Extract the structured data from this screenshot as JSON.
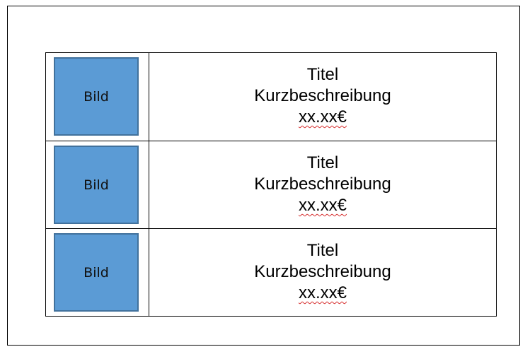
{
  "rows": [
    {
      "image_label": "Bild",
      "title": "Titel",
      "description": "Kurzbeschreibung",
      "price": "xx.xx€"
    },
    {
      "image_label": "Bild",
      "title": "Titel",
      "description": "Kurzbeschreibung",
      "price": "xx.xx€"
    },
    {
      "image_label": "Bild",
      "title": "Titel",
      "description": "Kurzbeschreibung",
      "price": "xx.xx€"
    }
  ],
  "colors": {
    "image_fill": "#5b9bd5",
    "image_border": "#41719c",
    "spellcheck_underline": "#d62c2c"
  }
}
